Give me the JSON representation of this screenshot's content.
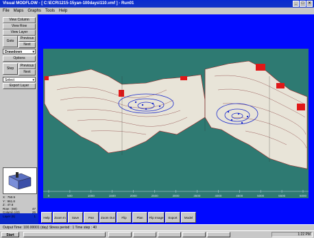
{
  "window": {
    "title": "Visual MODFLOW - [ C:\\ECR\\1215-15yan-100days\\110.vmf ] - Run01",
    "title_buttons": [
      "_",
      "□",
      "×"
    ]
  },
  "menu": [
    "File",
    "Maps",
    "Graphs",
    "Tools",
    "Help"
  ],
  "left_panel": {
    "buttons": [
      "View Column",
      "View Row",
      "View Layer",
      "Goto",
      "Previous",
      "Next",
      "Options",
      "Step",
      "Previous",
      "Next"
    ],
    "view_select": "Drawdown",
    "select_label": "Select",
    "export_label": "Export Layer",
    "info_lines": [
      "X : 750.9",
      "Y : 961.8",
      "Z : 47.8",
      "Row : (60)",
      "Column (43)",
      "Layer (6)"
    ],
    "info_values": [
      "",
      "",
      "",
      "47",
      "26",
      "1"
    ]
  },
  "toolbar": {
    "buttons": [
      "Help",
      "Zoom In",
      "Save",
      "Pan",
      "Zoom Out",
      "Flip",
      "Plan",
      "Flip Image",
      "Export",
      "Model"
    ]
  },
  "axis": {
    "x_ticks": [
      "0",
      "500",
      "1000",
      "1500",
      "2000",
      "2500",
      "3000",
      "3500",
      "4000",
      "4500",
      "5000",
      "5500",
      "6000"
    ]
  },
  "status": {
    "text": "Output Time: 100.00001 (day)   Stress period : 1   Time step : 40"
  },
  "taskbar": {
    "start": "Start",
    "clock": "1:22 PM"
  },
  "colors": {
    "window_bg": "#0008ff",
    "plot_bg": "#2e7a72",
    "titlebar": "#0a2bd0"
  }
}
